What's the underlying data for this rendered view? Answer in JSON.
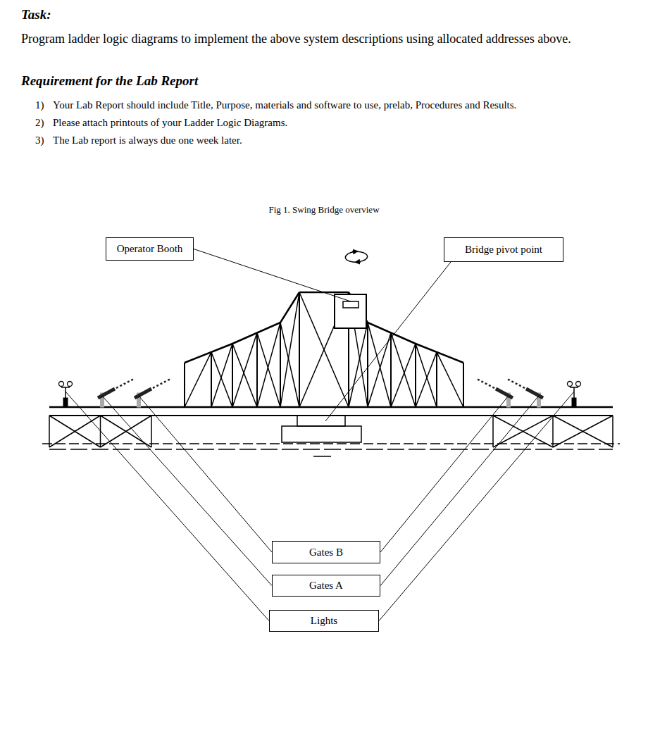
{
  "diagram": {
    "caption": "Fig 1. Swing Bridge overview",
    "nodes": [
      {
        "text": [
          "Operator Booth"
        ]
      },
      {
        "text": [
          "Bridge pivot point"
        ]
      },
      {
        "text": [
          "Gates B"
        ]
      },
      {
        "text": [
          "Gates A"
        ]
      },
      {
        "text": [
          "Lights"
        ]
      }
    ],
    "edges": [],
    "labels": [
      "Task:",
      "Program ladder logic diagrams to implement the above system descriptions using allocated addresses above.",
      "Requirement for the Lab Report",
      "1)",
      "Your Lab Report should include Title, Purpose, materials and software to use, prelab, Procedures and Results.",
      "2)",
      "Please attach printouts of your Ladder Logic Diagrams.",
      "3)",
      "The Lab report is always due one week later."
    ]
  }
}
